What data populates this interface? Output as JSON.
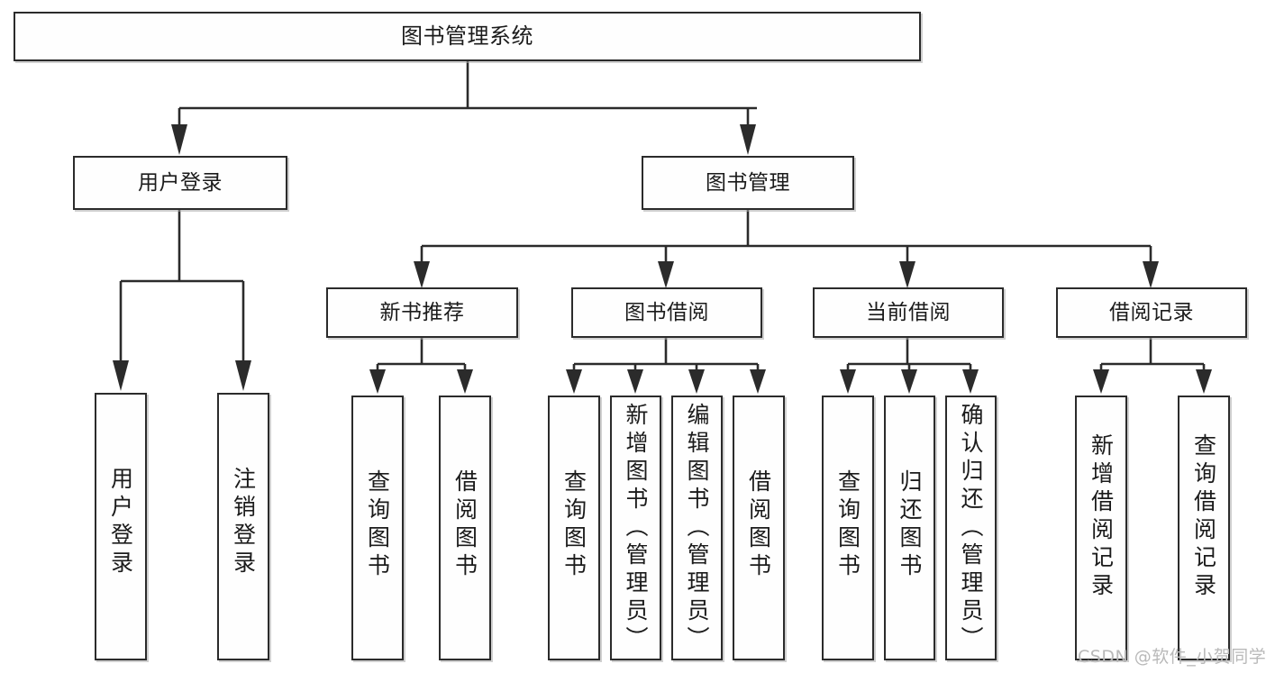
{
  "diagram": {
    "title": "图书管理系统",
    "watermark": "CSDN @软件_小贺同学",
    "type": "tree-hierarchy",
    "levels": 4,
    "nodes": {
      "root": {
        "label": "图书管理系统",
        "level": 1,
        "orientation": "horizontal"
      },
      "login": {
        "label": "用户登录",
        "level": 2,
        "orientation": "horizontal"
      },
      "bookmgmt": {
        "label": "图书管理",
        "level": 2,
        "orientation": "horizontal"
      },
      "newbook": {
        "label": "新书推荐",
        "level": 3,
        "orientation": "horizontal"
      },
      "borrow": {
        "label": "图书借阅",
        "level": 3,
        "orientation": "horizontal"
      },
      "current": {
        "label": "当前借阅",
        "level": 3,
        "orientation": "horizontal"
      },
      "record": {
        "label": "借阅记录",
        "level": 3,
        "orientation": "horizontal"
      },
      "leaf1": {
        "label": "用户登录",
        "level": 4,
        "orientation": "vertical"
      },
      "leaf2": {
        "label": "注销登录",
        "level": 4,
        "orientation": "vertical"
      },
      "leaf3": {
        "label": "查询图书",
        "level": 4,
        "orientation": "vertical"
      },
      "leaf4": {
        "label": "借阅图书",
        "level": 4,
        "orientation": "vertical"
      },
      "leaf5": {
        "label": "查询图书",
        "level": 4,
        "orientation": "vertical"
      },
      "leaf6": {
        "label": "新增图书（管理员）",
        "level": 4,
        "orientation": "vertical"
      },
      "leaf7": {
        "label": "编辑图书（管理员）",
        "level": 4,
        "orientation": "vertical"
      },
      "leaf8": {
        "label": "借阅图书",
        "level": 4,
        "orientation": "vertical"
      },
      "leaf9": {
        "label": "查询图书",
        "level": 4,
        "orientation": "vertical"
      },
      "leaf10": {
        "label": "归还图书",
        "level": 4,
        "orientation": "vertical"
      },
      "leaf11": {
        "label": "确认归还（管理员）",
        "level": 4,
        "orientation": "vertical"
      },
      "leaf12": {
        "label": "新增借阅记录",
        "level": 4,
        "orientation": "vertical"
      },
      "leaf13": {
        "label": "查询借阅记录",
        "level": 4,
        "orientation": "vertical"
      }
    },
    "edges": [
      {
        "from": "root",
        "to": "login"
      },
      {
        "from": "root",
        "to": "bookmgmt"
      },
      {
        "from": "login",
        "to": "leaf1"
      },
      {
        "from": "login",
        "to": "leaf2"
      },
      {
        "from": "bookmgmt",
        "to": "newbook"
      },
      {
        "from": "bookmgmt",
        "to": "borrow"
      },
      {
        "from": "bookmgmt",
        "to": "current"
      },
      {
        "from": "bookmgmt",
        "to": "record"
      },
      {
        "from": "newbook",
        "to": "leaf3"
      },
      {
        "from": "newbook",
        "to": "leaf4"
      },
      {
        "from": "borrow",
        "to": "leaf5"
      },
      {
        "from": "borrow",
        "to": "leaf6"
      },
      {
        "from": "borrow",
        "to": "leaf7"
      },
      {
        "from": "borrow",
        "to": "leaf8"
      },
      {
        "from": "current",
        "to": "leaf9"
      },
      {
        "from": "current",
        "to": "leaf10"
      },
      {
        "from": "current",
        "to": "leaf11"
      },
      {
        "from": "record",
        "to": "leaf12"
      },
      {
        "from": "record",
        "to": "leaf13"
      }
    ],
    "colors": {
      "border": "#2b2b2b",
      "fill": "#fefefe",
      "text": "#1b1b1b",
      "watermark": "#b9b9b9",
      "background": "#ffffff"
    }
  }
}
